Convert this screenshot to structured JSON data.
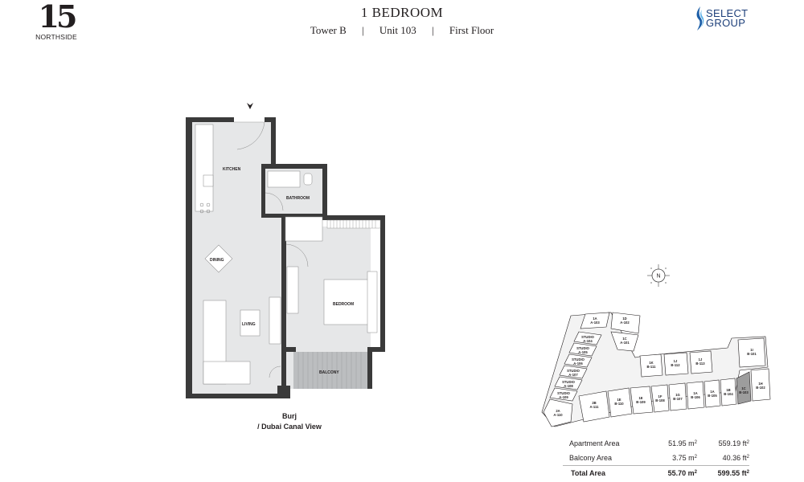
{
  "header": {
    "logo_left": {
      "number": "15",
      "name": "NORTHSIDE"
    },
    "title": "1 BEDROOM",
    "subtitle": {
      "tower": "Tower B",
      "unit": "Unit 103",
      "floor": "First Floor",
      "separator": "|"
    },
    "logo_right": {
      "line1": "SELECT",
      "line2": "GROUP",
      "brand_color": "#1d3f7a"
    }
  },
  "floor_plan": {
    "rooms": [
      "KITCHEN",
      "BATHROOM",
      "DINING",
      "LIVING",
      "BEDROOM",
      "BALCONY"
    ],
    "entrance_marker": "entrance-arrow",
    "view_label_line1": "Burj",
    "view_label_line2": "/ Dubai Canal View",
    "colors": {
      "wall": "#3a3a3a",
      "floor": "#e6e7e8",
      "balcony": "#bcbec0"
    }
  },
  "compass": {
    "label": "N"
  },
  "key_plan": {
    "highlight_color": "#9d9d9d",
    "units": [
      {
        "type": "1A",
        "id": "A-103"
      },
      {
        "type": "1D",
        "id": "A-102"
      },
      {
        "type": "1C",
        "id": "A-101"
      },
      {
        "type": "STUDIO",
        "id": "A-104"
      },
      {
        "type": "STUDIO",
        "id": "A-105"
      },
      {
        "type": "STUDIO",
        "id": "A-106"
      },
      {
        "type": "STUDIO",
        "id": "A-107"
      },
      {
        "type": "STUDIO",
        "id": "A-108"
      },
      {
        "type": "STUDIO",
        "id": "A-109"
      },
      {
        "type": "2A",
        "id": "A-110"
      },
      {
        "type": "2B",
        "id": "A-111"
      },
      {
        "type": "1K",
        "id": "B-111"
      },
      {
        "type": "1J",
        "id": "B-112"
      },
      {
        "type": "1J",
        "id": "B-113"
      },
      {
        "type": "1E",
        "id": "B-110"
      },
      {
        "type": "1E",
        "id": "B-109"
      },
      {
        "type": "1F",
        "id": "B-108"
      },
      {
        "type": "1G",
        "id": "B-107"
      },
      {
        "type": "1A",
        "id": "B-106"
      },
      {
        "type": "1A",
        "id": "B-105"
      },
      {
        "type": "1B",
        "id": "B-104"
      },
      {
        "type": "1C",
        "id": "B-103"
      },
      {
        "type": "1H",
        "id": "B-102"
      },
      {
        "type": "1I",
        "id": "B-101"
      }
    ]
  },
  "areas": {
    "rows": [
      {
        "label": "Apartment Area",
        "m2": "51.95 m",
        "ft2": "559.19 ft"
      },
      {
        "label": "Balcony Area",
        "m2": "3.75 m",
        "ft2": "40.36 ft"
      }
    ],
    "total": {
      "label": "Total Area",
      "m2": "55.70 m",
      "ft2": "599.55 ft"
    },
    "unit_sup": "2"
  }
}
